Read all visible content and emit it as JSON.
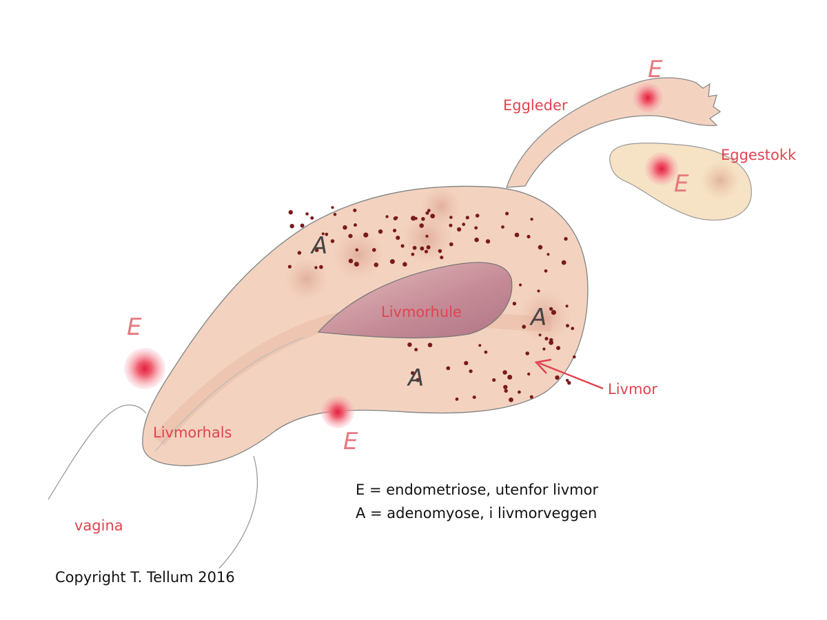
{
  "labels": {
    "tube": "Eggleder",
    "ovary": "Eggestokk",
    "cavity": "Livmorhule",
    "uterus": "Livmor",
    "cervix": "Livmorhals",
    "vagina": "vagina"
  },
  "marks": {
    "endometriosis": "E",
    "adenomyosis": "A"
  },
  "legend": [
    "E = endometriose, utenfor livmor",
    "A = adenomyose, i livmorveggen"
  ],
  "copyright": "Copyright T. Tellum 2016",
  "colors": {
    "tissue": "#f3d3c0",
    "tissue_dark": "#e8b8a0",
    "cavity": "#c9909a",
    "lesion": "#e8455a",
    "dot": "#7a1a1a",
    "label": "#e0434f",
    "ovary": "#f6e2c4"
  }
}
